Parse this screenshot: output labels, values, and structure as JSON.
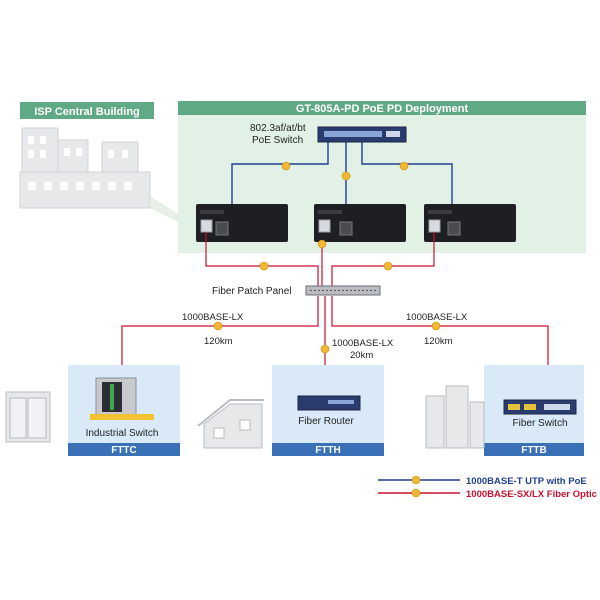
{
  "header": {
    "isp_label": "ISP Central Building",
    "deployment_title": "GT-805A-PD PoE PD Deployment"
  },
  "poe_switch": {
    "line1": "802.3af/at/bt",
    "line2": "PoE Switch"
  },
  "patch_panel": {
    "label": "Fiber Patch Panel"
  },
  "links": {
    "left": {
      "type": "1000BASE-LX",
      "distance": "120km"
    },
    "center": {
      "type": "1000BASE-LX",
      "distance": "20km"
    },
    "right": {
      "type": "1000BASE-LX",
      "distance": "120km"
    }
  },
  "sites": [
    {
      "device": "Industrial Switch",
      "tag": "FTTC"
    },
    {
      "device": "Fiber Router",
      "tag": "FTTH"
    },
    {
      "device": "Fiber Switch",
      "tag": "FTTB"
    }
  ],
  "legend": [
    {
      "label": "1000BASE-T UTP with PoE",
      "color": "#1f3f8f"
    },
    {
      "label": "1000BASE-SX/LX Fiber Optic",
      "color": "#c8102e"
    }
  ],
  "colors": {
    "header_green": "#5faa84",
    "zone_green": "#e2f1e5",
    "site_blue": "#d9e9f7",
    "tag_blue": "#3a70b5",
    "utp": "#1f3f8f",
    "fiber": "#c8102e",
    "badge": "#f2b733"
  }
}
